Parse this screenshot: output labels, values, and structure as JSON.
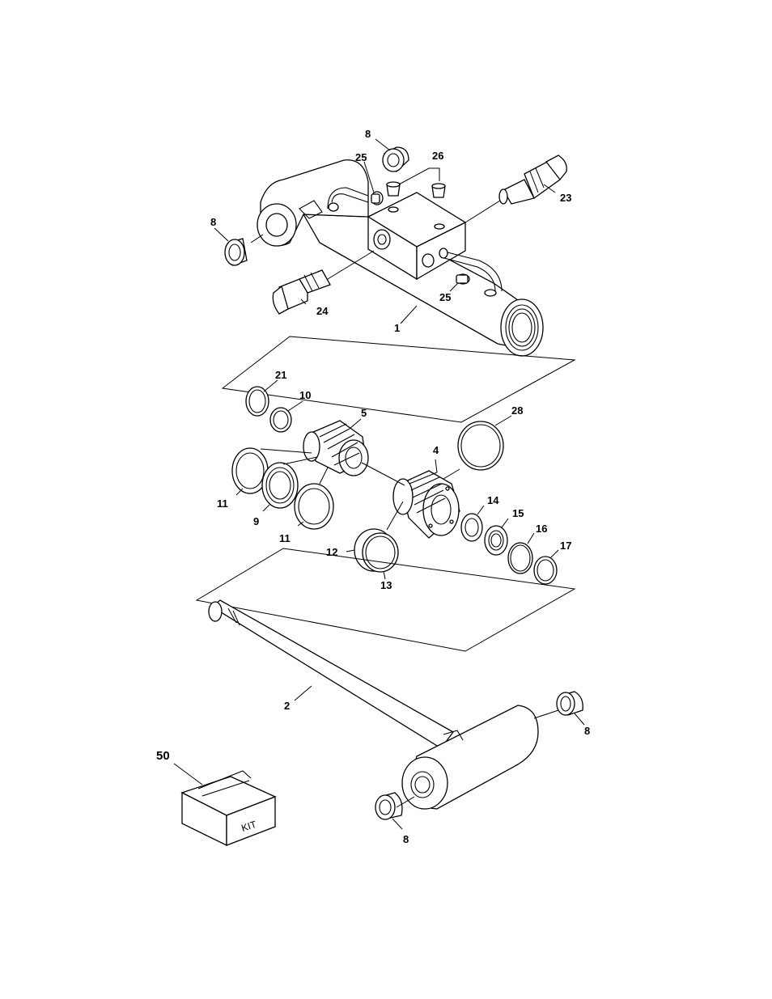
{
  "callouts": {
    "c8a": "8",
    "c25a": "25",
    "c26": "26",
    "c23": "23",
    "c8b": "8",
    "c24": "24",
    "c25b": "25",
    "c1": "1",
    "c21": "21",
    "c10": "10",
    "c5": "5",
    "c28": "28",
    "c4": "4",
    "c11a": "11",
    "c9": "9",
    "c11b": "11",
    "c14": "14",
    "c15": "15",
    "c16": "16",
    "c17": "17",
    "c12": "12",
    "c13": "13",
    "c2": "2",
    "c8c": "8",
    "c50": "50",
    "c8d": "8"
  },
  "kit_label": "KIT"
}
